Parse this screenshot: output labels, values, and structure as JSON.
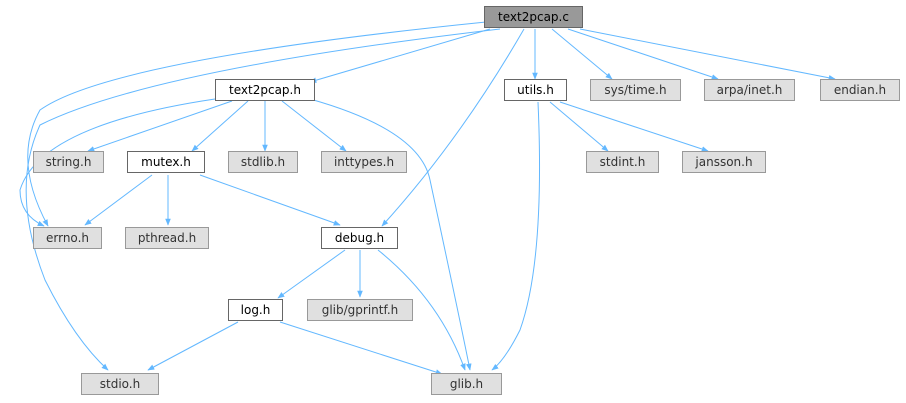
{
  "nodes": {
    "text2pcap_c": "text2pcap.c",
    "text2pcap_h": "text2pcap.h",
    "utils_h": "utils.h",
    "sys_time_h": "sys/time.h",
    "arpa_inet_h": "arpa/inet.h",
    "endian_h": "endian.h",
    "string_h": "string.h",
    "mutex_h": "mutex.h",
    "stdlib_h": "stdlib.h",
    "inttypes_h": "inttypes.h",
    "stdint_h": "stdint.h",
    "jansson_h": "jansson.h",
    "errno_h": "errno.h",
    "pthread_h": "pthread.h",
    "debug_h": "debug.h",
    "log_h": "log.h",
    "glib_gprintf_h": "glib/gprintf.h",
    "stdio_h": "stdio.h",
    "glib_h": "glib.h"
  },
  "colors": {
    "edge": "#63b8ff",
    "focus_fill": "#999999",
    "system_fill": "#e0e0e0"
  }
}
